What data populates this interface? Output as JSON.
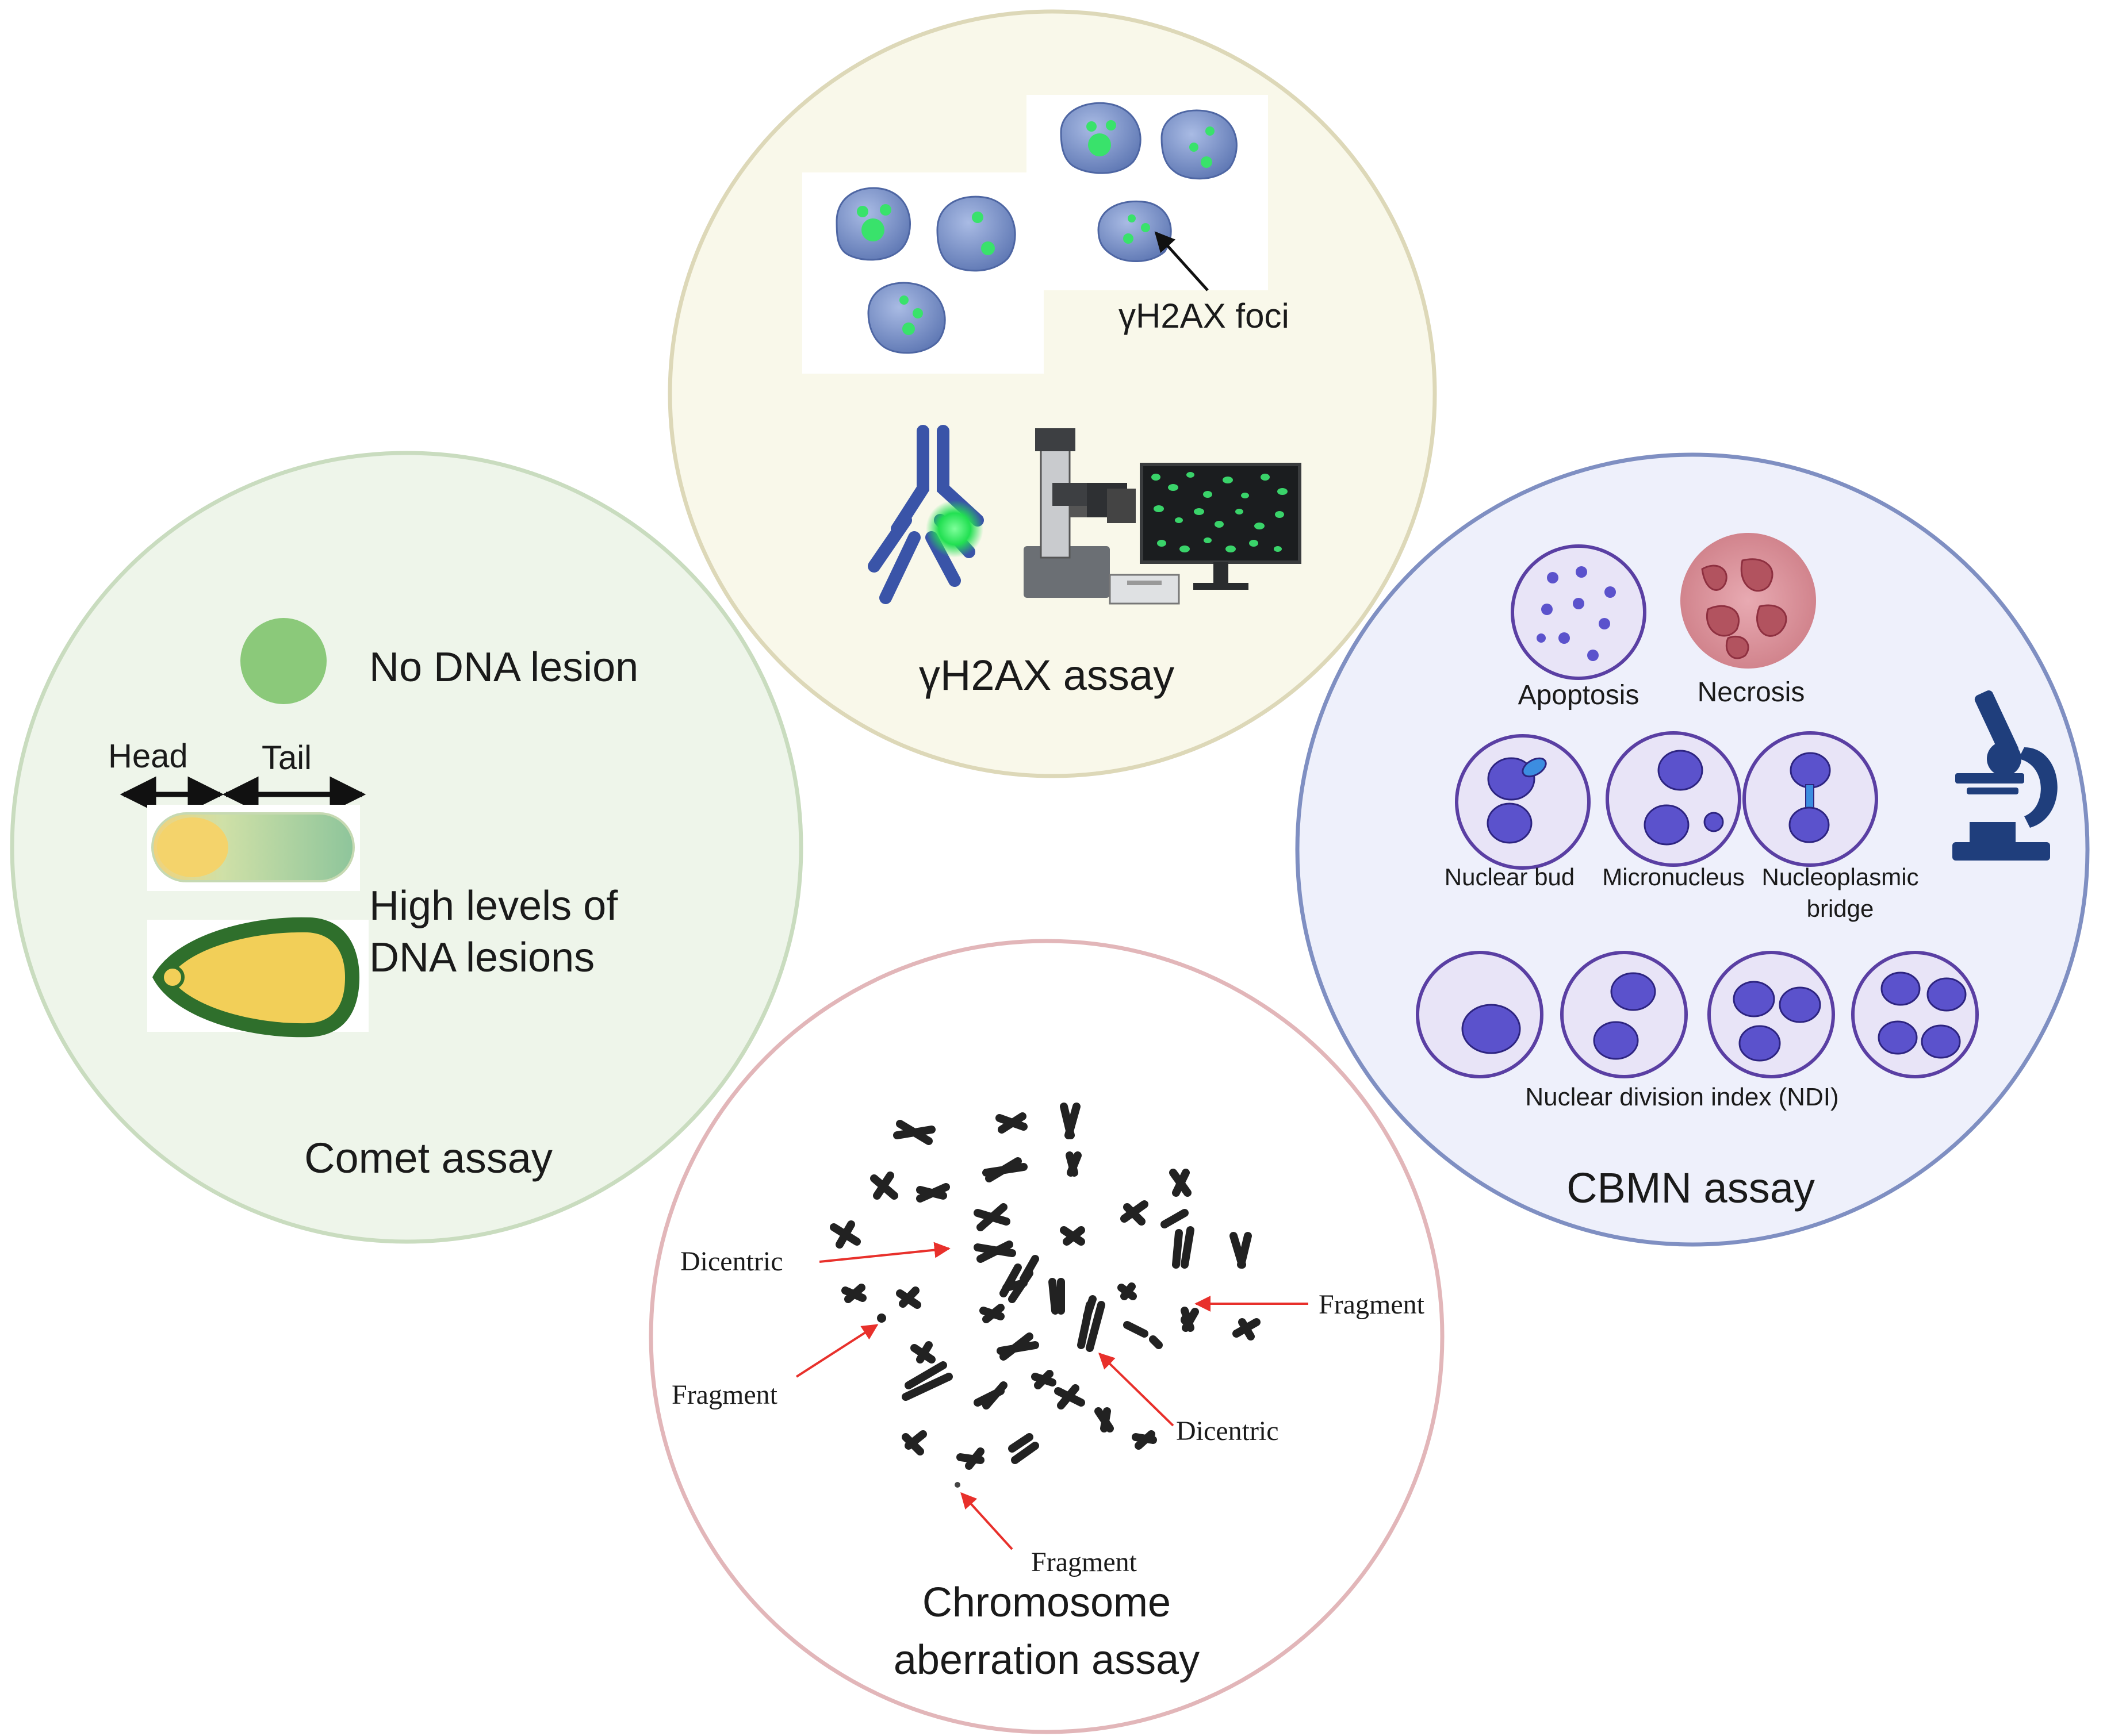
{
  "colors": {
    "comet_circle_fill": "#eef5ea",
    "comet_circle_stroke": "#c9dcbf",
    "h2ax_circle_fill": "#f9f8ea",
    "h2ax_circle_stroke": "#ddd8b8",
    "cbmn_circle_fill": "#eef0fb",
    "cbmn_circle_stroke": "#7f8fc2",
    "chromo_circle_fill": "#ffffff",
    "chromo_circle_stroke": "#e2b6b9",
    "foci_green": "#39e26b",
    "cell_blue": "#7d94c9",
    "nucleus_blue": "#5b52cc",
    "arrow_red": "#e8302b",
    "comet_yellow": "#f2cf58",
    "comet_green": "#2f6f2c"
  },
  "comet": {
    "title": "Comet assay",
    "no_lesion": "No DNA lesion",
    "head": "Head",
    "tail": "Tail",
    "high_levels_line1": "High levels of",
    "high_levels_line2": "DNA lesions"
  },
  "h2ax": {
    "foci_label": "γH2AX foci",
    "title": "γH2AX assay"
  },
  "cbmn": {
    "apoptosis": "Apoptosis",
    "necrosis": "Necrosis",
    "nuclear_bud": "Nuclear bud",
    "micronucleus": "Micronucleus",
    "nucleoplasmic_line1": "Nucleoplasmic",
    "nucleoplasmic_line2": "bridge",
    "ndi": "Nuclear division index (NDI)",
    "title": "CBMN assay"
  },
  "chromosome": {
    "dicentric_left": "Dicentric",
    "fragment_left": "Fragment",
    "fragment_right": "Fragment",
    "dicentric_right": "Dicentric",
    "fragment_bottom": "Fragment",
    "title_line1": "Chromosome",
    "title_line2": "aberration assay"
  }
}
